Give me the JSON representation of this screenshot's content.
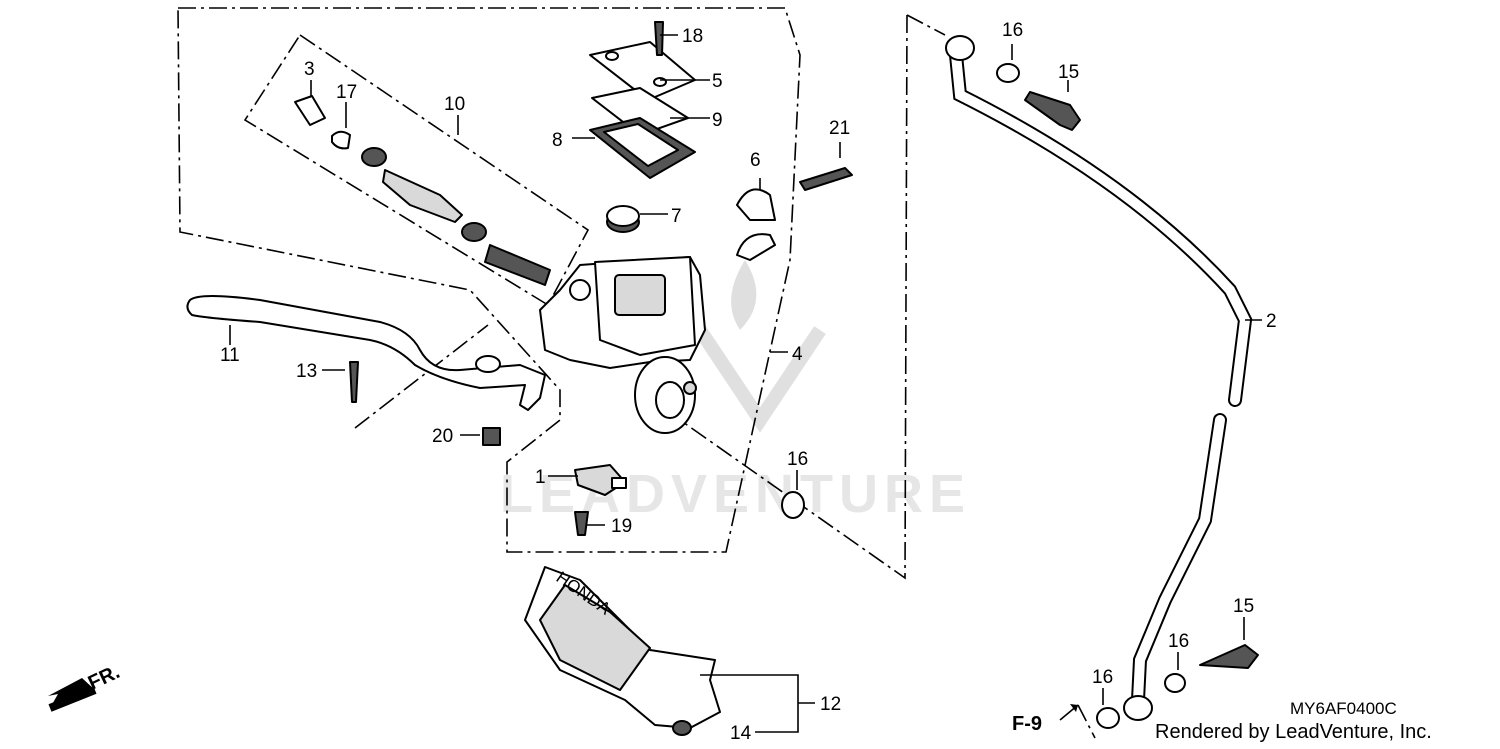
{
  "watermark": "LEADVENTURE",
  "diagram_code": "MY6AF0400C",
  "credit": "Rendered by LeadVenture, Inc.",
  "direction_label": "FR.",
  "section_ref": "F-9",
  "brand_mark": "HONDA",
  "callouts": {
    "c1": "1",
    "c2": "2",
    "c3": "3",
    "c4": "4",
    "c5": "5",
    "c6": "6",
    "c7": "7",
    "c8": "8",
    "c9": "9",
    "c10": "10",
    "c11": "11",
    "c12": "12",
    "c13": "13",
    "c14": "14",
    "c15a": "15",
    "c15b": "15",
    "c16a": "16",
    "c16b": "16",
    "c16c": "16",
    "c16d": "16",
    "c17": "17",
    "c18": "18",
    "c19": "19",
    "c20": "20",
    "c21": "21"
  }
}
